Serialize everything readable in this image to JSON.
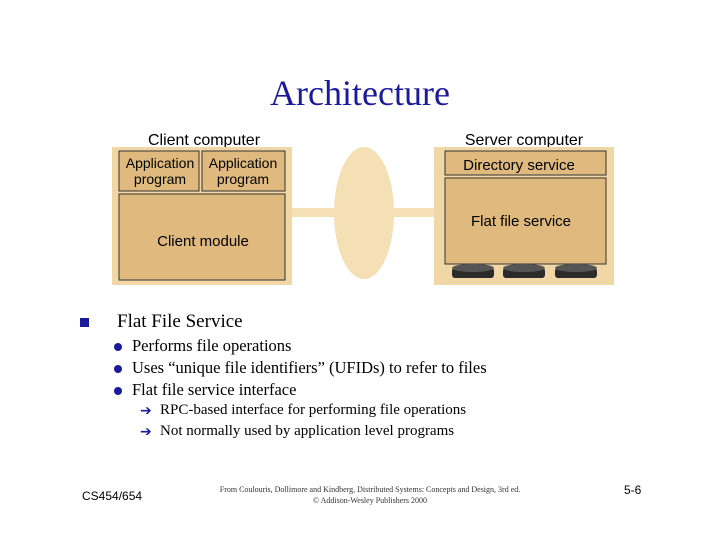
{
  "slide": {
    "title": "Architecture"
  },
  "diagram": {
    "client_label": "Client computer",
    "server_label": "Server computer",
    "app1_line1": "Application",
    "app1_line2": "program",
    "app2_line1": "Application",
    "app2_line2": "program",
    "client_module": "Client module",
    "directory_service": "Directory service",
    "flat_file_service": "Flat file service",
    "colors": {
      "box_fill": "#f2d7a6",
      "box_inner": "#e0b97e",
      "line": "#333333",
      "connector": "#f5dfb4",
      "disk": "#2b2b2b"
    }
  },
  "content": {
    "heading": "Flat File Service",
    "bullets": [
      "Performs file operations",
      "Uses “unique file identifiers” (UFIDs) to refer to files",
      "Flat file service interface"
    ],
    "sub_bullets": [
      "RPC-based interface for performing file operations",
      "Not normally used by application level programs"
    ]
  },
  "footer": {
    "course": "CS454/654",
    "source_line1": "From Coulouris, Dollimore and Kindberg, Distributed Systems: Concepts and Design, 3rd ed.",
    "source_line2": "© Addison-Wesley Publishers 2000",
    "page": "5-6"
  }
}
